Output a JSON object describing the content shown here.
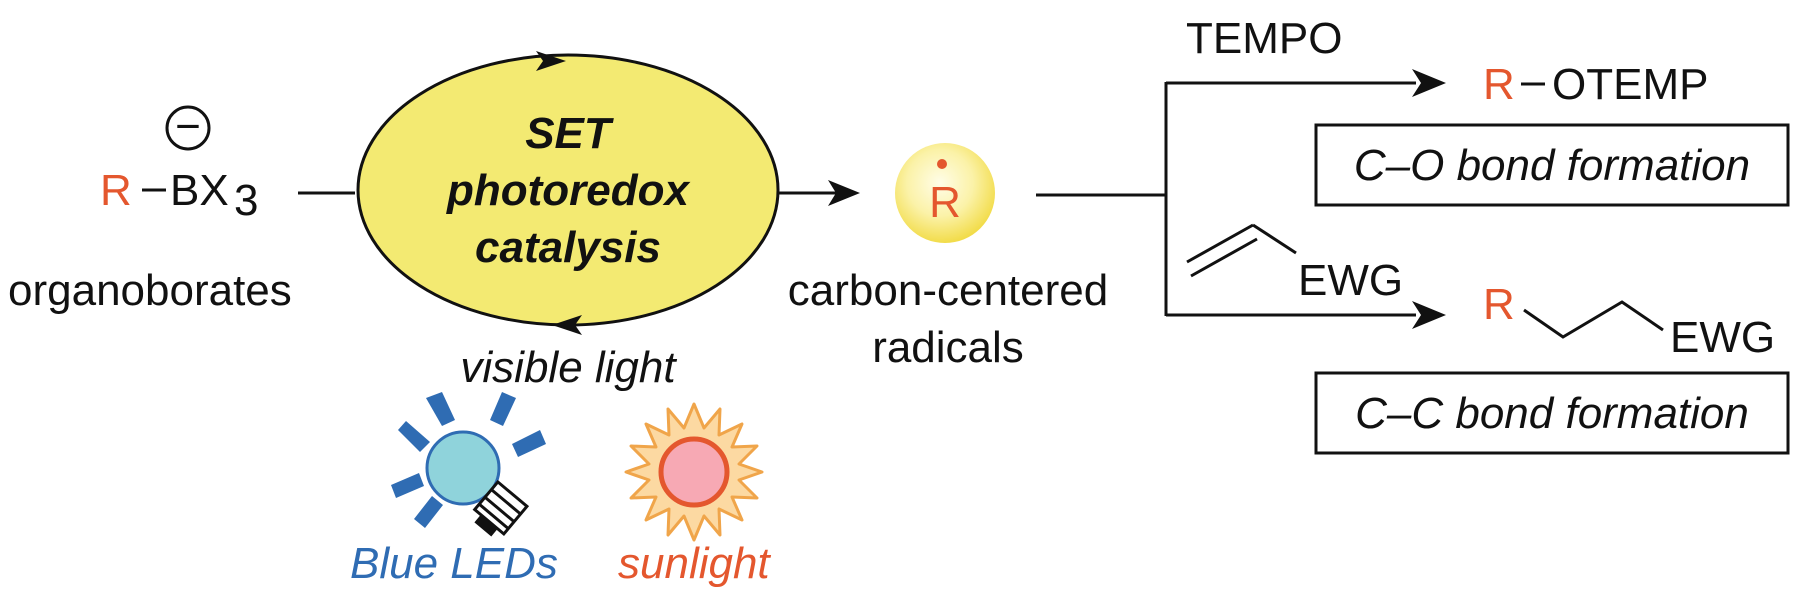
{
  "reactant": {
    "r_label": "R",
    "boron_label": "BX",
    "subscript": "3",
    "charge_symbol": "−",
    "caption": "organoborates"
  },
  "catalyst": {
    "line1": "SET",
    "line2": "photoredox",
    "line3": "catalysis"
  },
  "light": {
    "label": "visible light",
    "blue_leds": "Blue LEDs",
    "sunlight": "sunlight"
  },
  "radical": {
    "symbol": "R",
    "caption_line1": "carbon-centered",
    "caption_line2": "radicals"
  },
  "top_product": {
    "reagent": "TEMPO",
    "r_label": "R",
    "product_rest": "OTEMP",
    "box_label": "C–O bond formation"
  },
  "bottom_product": {
    "reagent_ewg": "EWG",
    "r_label": "R",
    "product_ewg": "EWG",
    "box_label": "C–C bond formation"
  },
  "colors": {
    "accent_orange": "#e4572e",
    "catalyst_yellow": "#f3ea72",
    "led_blue": "#2f6cb3",
    "text": "#111111"
  }
}
